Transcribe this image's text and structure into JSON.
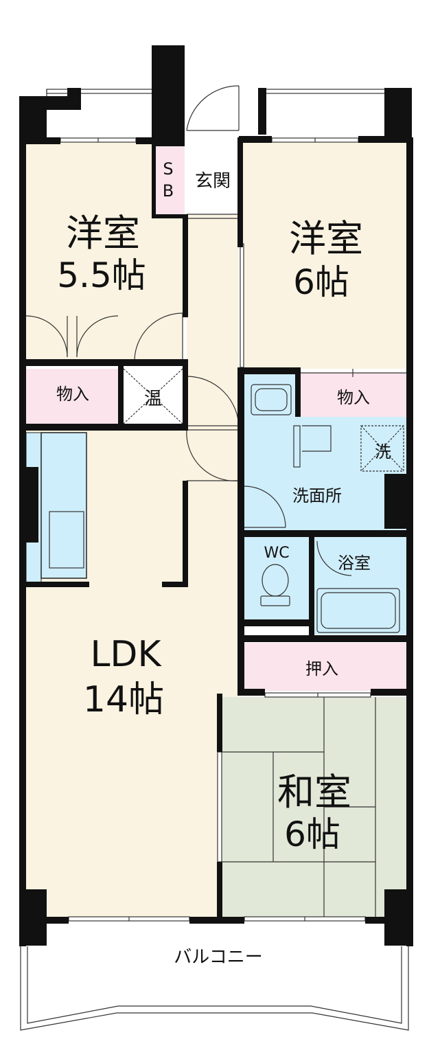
{
  "floorplan": {
    "rooms": {
      "western_room_left": {
        "name": "洋室",
        "size": "5.5帖"
      },
      "western_room_right": {
        "name": "洋室",
        "size": "6帖"
      },
      "ldk": {
        "name": "LDK",
        "size": "14帖"
      },
      "japanese_room": {
        "name": "和室",
        "size": "6帖"
      }
    },
    "labels": {
      "entrance": "玄関",
      "shoe_box_s": "S",
      "shoe_box_b": "B",
      "storage_left": "物入",
      "storage_right": "物入",
      "water_heater": "温",
      "washer": "洗",
      "washroom": "洗面所",
      "wc": "WC",
      "bathroom": "浴室",
      "closet": "押入",
      "balcony": "バルコニー"
    },
    "colors": {
      "wall": "#111111",
      "floor_wood": "#faf3e1",
      "storage_pink": "#fbe4ec",
      "water_blue": "#cfeefb",
      "tatami": "#e1e8d7",
      "line": "#222222"
    }
  }
}
